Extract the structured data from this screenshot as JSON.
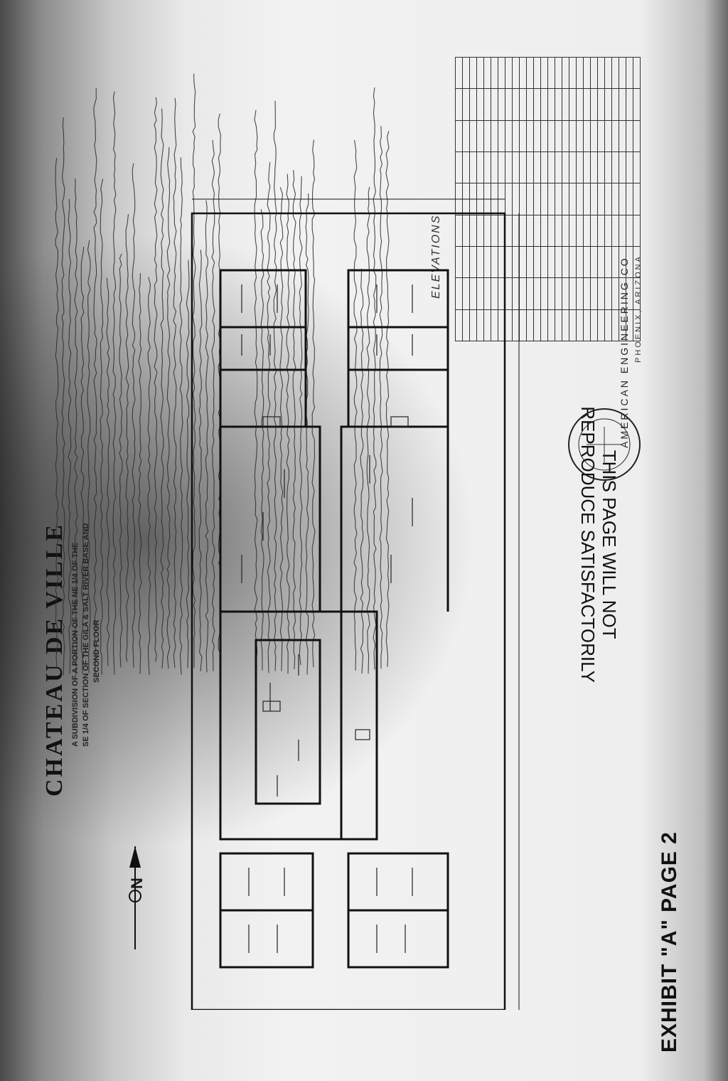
{
  "header": {
    "title": "CHATEAU DE VILLE",
    "subtitle_lines": [
      "A SUBDIVISION OF A PORTION OF THE NE 1/4 OF THE",
      "SE 1/4 OF SECTION OF THE GILA & SALT RIVER BASE AND",
      "SECOND FLOOR"
    ]
  },
  "north_arrow": {
    "label": "N"
  },
  "footer": {
    "exhibit_label": "EXHIBIT \"A\" PAGE 2",
    "engineer": "AMERICAN ENGINEERING CO",
    "engineer_location": "PHOENIX, ARIZONA"
  },
  "stamp": {
    "lines": [
      "THIS PAGE WILL NOT",
      "REPRODUCE SATISFACTORILY"
    ]
  },
  "elevations": {
    "heading": "ELEVATIONS"
  }
}
